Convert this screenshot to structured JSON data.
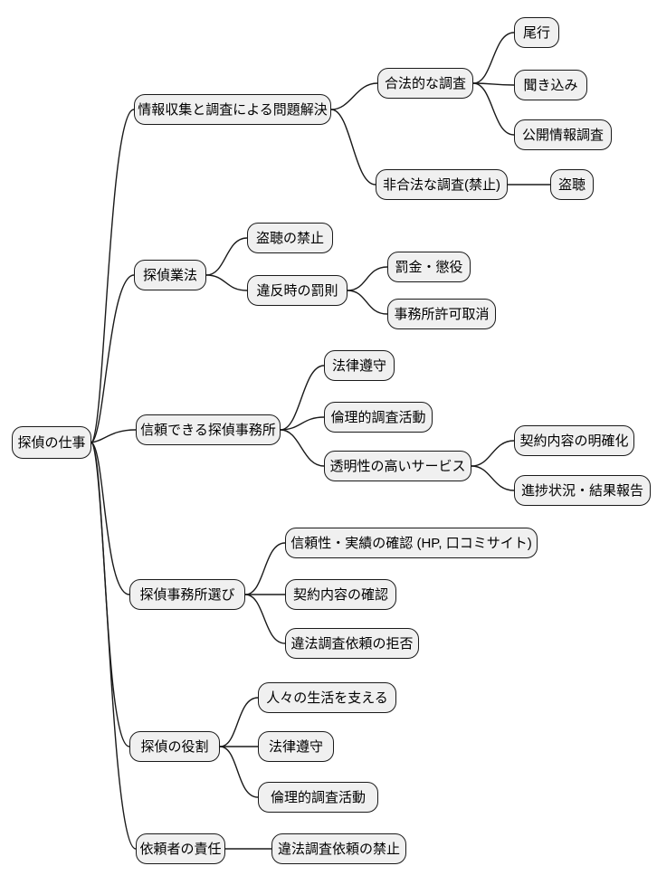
{
  "diagram": {
    "type": "mindmap",
    "background": "#ffffff",
    "node_fill": "#f0f0f0",
    "node_border_color": "#1a1a1a",
    "line_color": "#1a1a1a"
  },
  "root": {
    "label": "探偵の仕事"
  },
  "branches": [
    {
      "label": "情報収集と調査による問題解決",
      "children": [
        {
          "label": "合法的な調査",
          "children": [
            {
              "label": "尾行"
            },
            {
              "label": "聞き込み"
            },
            {
              "label": "公開情報調査"
            }
          ]
        },
        {
          "label": "非合法な調査(禁止)",
          "children": [
            {
              "label": "盗聴"
            }
          ]
        }
      ]
    },
    {
      "label": "探偵業法",
      "children": [
        {
          "label": "盗聴の禁止"
        },
        {
          "label": "違反時の罰則",
          "children": [
            {
              "label": "罰金・懲役"
            },
            {
              "label": "事務所許可取消"
            }
          ]
        }
      ]
    },
    {
      "label": "信頼できる探偵事務所",
      "children": [
        {
          "label": "法律遵守"
        },
        {
          "label": "倫理的調査活動"
        },
        {
          "label": "透明性の高いサービス",
          "children": [
            {
              "label": "契約内容の明確化"
            },
            {
              "label": "進捗状況・結果報告"
            }
          ]
        }
      ]
    },
    {
      "label": "探偵事務所選び",
      "children": [
        {
          "label": "信頼性・実績の確認 (HP, 口コミサイト)"
        },
        {
          "label": "契約内容の確認"
        },
        {
          "label": "違法調査依頼の拒否"
        }
      ]
    },
    {
      "label": "探偵の役割",
      "children": [
        {
          "label": "人々の生活を支える"
        },
        {
          "label": "法律遵守"
        },
        {
          "label": "倫理的調査活動"
        }
      ]
    },
    {
      "label": "依頼者の責任",
      "children": [
        {
          "label": "違法調査依頼の禁止"
        }
      ]
    }
  ]
}
